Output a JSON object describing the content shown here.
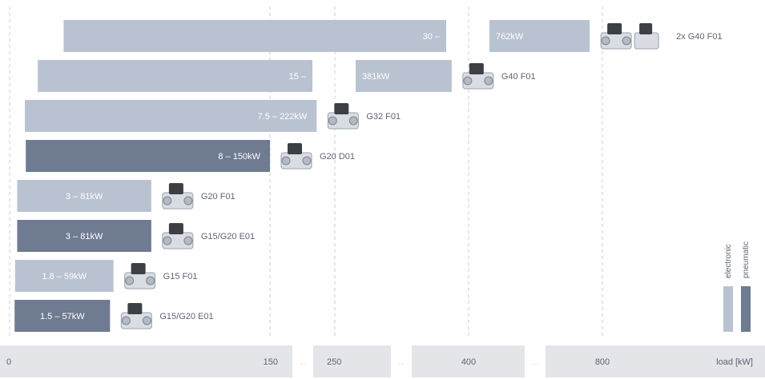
{
  "chart_data": {
    "type": "bar",
    "orientation": "horizontal",
    "axis": {
      "ticks": [
        "0",
        "150",
        "250",
        "400",
        "800"
      ],
      "break_marker": "...",
      "unit_label": "load [kW]"
    },
    "legend": [
      {
        "key": "electronic",
        "label": "electronic",
        "color": "#b9c2d0"
      },
      {
        "key": "pneumatic",
        "label": "pneumatic",
        "color": "#6e7b91"
      }
    ],
    "bars": [
      {
        "label": "30 – ... 762kW",
        "from_kw": 30,
        "to_kw": 762,
        "kind": "electronic",
        "product": "2x G40 F01",
        "icon": "gas-valve-double-icon",
        "parts": [
          "30 –",
          "...",
          "762kW"
        ]
      },
      {
        "label": "15 – ... 381kW",
        "from_kw": 15,
        "to_kw": 381,
        "kind": "electronic",
        "product": "G40 F01",
        "icon": "gas-valve-icon",
        "parts": [
          "15 –",
          "...",
          "381kW"
        ]
      },
      {
        "label": "7.5 – 222kW",
        "from_kw": 7.5,
        "to_kw": 222,
        "kind": "electronic",
        "product": "G32 F01",
        "icon": "gas-valve-icon"
      },
      {
        "label": "8 – 150kW",
        "from_kw": 8,
        "to_kw": 150,
        "kind": "pneumatic",
        "product": "G20 D01",
        "icon": "gas-valve-icon"
      },
      {
        "label": "3 – 81kW",
        "from_kw": 3,
        "to_kw": 81,
        "kind": "electronic",
        "product": "G20 F01",
        "icon": "gas-valve-icon"
      },
      {
        "label": "3 – 81kW",
        "from_kw": 3,
        "to_kw": 81,
        "kind": "pneumatic",
        "product": "G15/G20 E01",
        "icon": "gas-valve-icon"
      },
      {
        "label": "1.8 – 59kW",
        "from_kw": 1.8,
        "to_kw": 59,
        "kind": "electronic",
        "product": "G15 F01",
        "icon": "gas-valve-icon"
      },
      {
        "label": "1.5 – 57kW",
        "from_kw": 1.5,
        "to_kw": 57,
        "kind": "pneumatic",
        "product": "G15/G20 E01",
        "icon": "gas-valve-icon"
      }
    ],
    "grid": true,
    "legend_placement": "bottom-right"
  }
}
